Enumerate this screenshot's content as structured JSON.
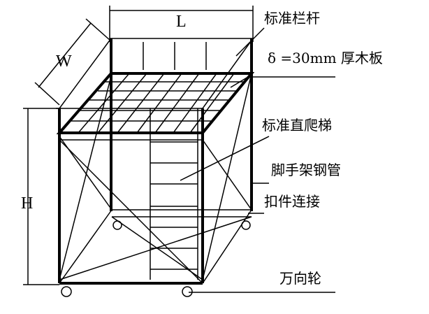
{
  "dimensions": {
    "length": "L",
    "width": "W",
    "height": "H"
  },
  "labels": {
    "railing": "标准栏杆",
    "board": "δ =30mm 厚木板",
    "ladder": "标准直爬梯",
    "steel_pipe": "脚手架钢管",
    "coupler": "扣件连接",
    "caster": "万向轮"
  }
}
